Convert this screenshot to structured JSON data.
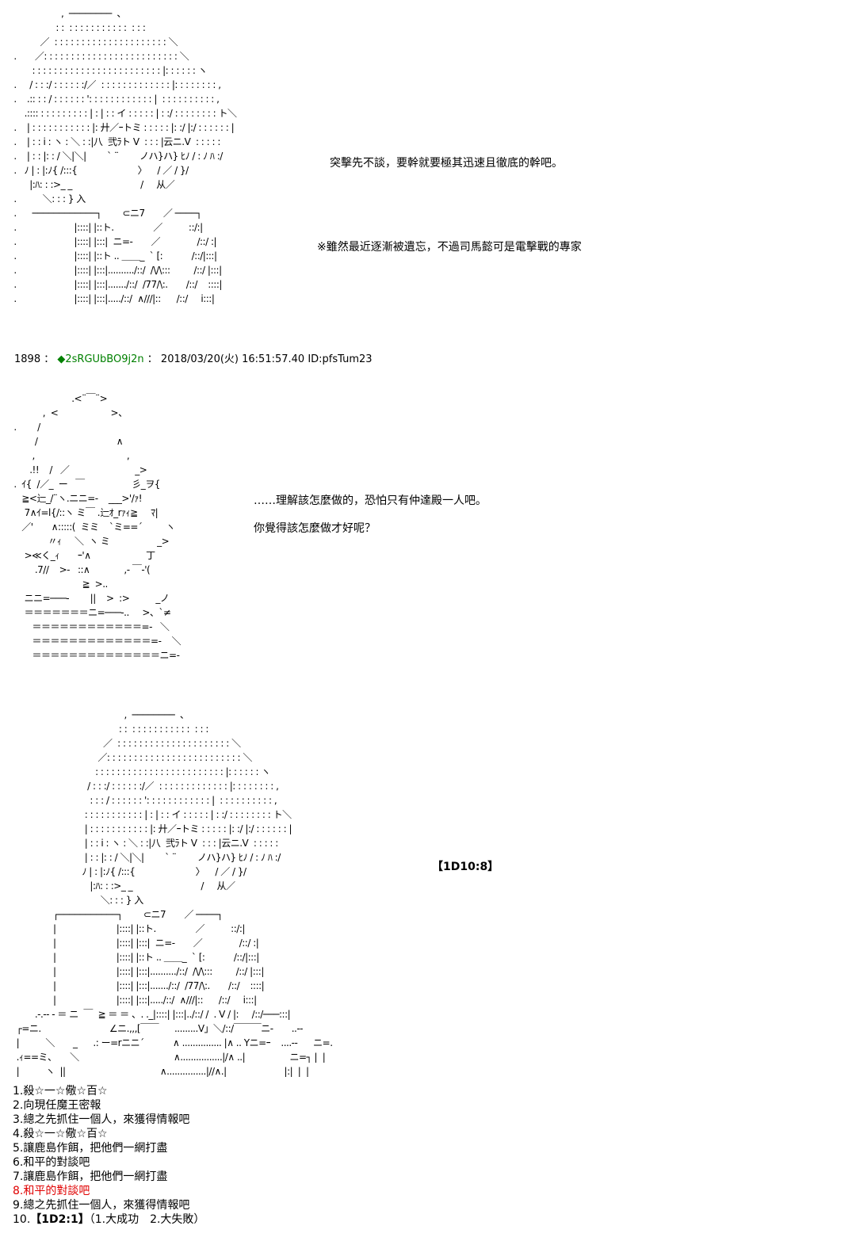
{
  "panel1": {
    "line1": "突擊先不談，要幹就要極其迅速且徹底的幹吧。",
    "line2": "※雖然最近逐漸被遺忘，不過司馬懿可是電擊戰的專家"
  },
  "post_header": {
    "number": "1898",
    "separator": "：",
    "tripcode": "◆2sRGUbBO9j2n",
    "separator2": "：",
    "datetime": "2018/03/20(火) 16:51:57.40",
    "id": "ID:pfsTum23"
  },
  "panel2": {
    "line1": "……理解該怎麼做的，恐怕只有仲達殿一人吧。",
    "line2": "你覺得該怎麼做才好呢？"
  },
  "panel3": {
    "dice_result": "【1D10:8】"
  },
  "choices": {
    "items": [
      {
        "label": "1.殺☆一☆儆☆百☆"
      },
      {
        "label": "2.向現任魔王密報"
      },
      {
        "label": "3.總之先抓住一個人，來獲得情報吧"
      },
      {
        "label": "4.殺☆一☆儆☆百☆"
      },
      {
        "label": "5.讓鹿島作餌，把他們一網打盡"
      },
      {
        "label": "6.和平的對談吧"
      },
      {
        "label": "7.讓鹿島作餌，把他們一網打盡"
      },
      {
        "label": "8.和平的對談吧",
        "selected": true
      },
      {
        "label": "9.總之先抓住一個人，來獲得情報吧"
      }
    ],
    "last_prefix": "10.",
    "last_dice": "【1D2:1】",
    "last_suffix": "（1.大成功　2.大失敗）"
  },
  "colors": {
    "tripcode": "#008000",
    "selected_choice": "#e00000"
  },
  "ascii_art": {
    "art1": "                   ,  ────────  、\n                 : :  : : : : : : : : : : :  : : :\n           ／  : : : : : : : : : : : : : : : : : : : : : ＼\n .       ／: : : : : : : : : : : : : : : : : : : : : : : : : ＼\n        : : : : : : : : : : : : : : : : : : : : : : : : |: : : : : : ヽ\n .     / : : :/ : : : : : :/／  : : : : : : : : : : : : : |: : : : : : : : ,\n .    .:: : : / : : : : : : ': : : : : : : : : : : : |  : : : : : : : : : : ,\n     .:::: : : : : : : : : : | : | : : イ : : : : : | : :/ : : : : : : : : ト＼\n .    | : : : : : : : : : : : |: 廾／ｰトミ : : : : : |: :/ |:/ : : : : : : |\n .    | : : i : ヽ : ＼ : :|八  弐ﾗト V  : : : |云ニ.V  : : : : :\n .    | : : |: : / ＼|＼|        ` ¨        ノハ}ハ} ﾋﾉ / : ﾉ ﾊ :/\n .   ﾉ | : |:ﾉ{ /:::{                       〉    / ／ / }/\n       |:ﾊ: : :>_ _                          /     从／\n .          ＼: : : } 入\n .      ────────────┐        ⊂ニ7       ／ ────┐\n .                      |::::| |::ト.               ／          ::/:|\n .                      |::::| |:::|  ニ=-       ／              /::/ :|\n .                      |::::| |::ト .. ＿＿_  ` [:           /::/|:::|\n .                      |::::| |:::|........../::/  /\\/\\:::         /::/ |:::|\n .                      |::::| |:::|......./::/  /77/\\:.       /::/    ::::|\n .                      |::::| |:::|...../::/  ∧///|::      /::/     i:::|",
    "art2": "                       .<¨￣¨>\n            ,  <                    >、\n .        /\n         /                              ∧\n        ,                                   ,\n       .!!    /   ／                         _>\n .  ｲ{  /／_  ー   ￣                  彡_ヲ{\n    ≧<辷_/¨ヽ.ニニ=-    ___>'/ｧ!\n     7∧ｲ=l{/::ヽ ミ￣ .辷ｵ_rｧｨ≧     ﾏ|\n    ／'       ∧:::::(  ミミ    `ミ==´         ヽ\n              〃ｨ     ＼  ヽ ミ                  _>\n     >≪く_ｨ       ｰ'∧                     丁\n         .7//    >‐   ::∧             ,‐ ￣‐'(\n                           ≧  >..\n     ニニ=───-        ||    >  :>          _ノ\n     ＝＝＝＝＝＝＝ニ=───-..     >、`≠\n        ＝＝＝＝＝＝＝＝＝＝＝＝=-   ＼\n        ＝＝＝＝＝＝＝＝＝＝＝＝＝=-    ＼\n        ＝＝＝＝＝＝＝＝＝＝＝＝＝＝ニ=-",
    "art3": "                                           ,  ────────  、\n                                         : :  : : : : : : : : : : :  : : :\n                                   ／  : : : : : : : : : : : : : : : : : : : : : ＼\n                                 ／: : : : : : : : : : : : : : : : : : : : : : : : : ＼\n                                : : : : : : : : : : : : : : : : : : : : : : : : |: : : : : : ヽ\n                             / : : :/ : : : : : :/／  : : : : : : : : : : : : : |: : : : : : : : ,\n                              : : : / : : : : : : ': : : : : : : : : : : : |  : : : : : : : : : : ,\n                            : : : : : : : : : : : | : | : : イ : : : : : | : :/ : : : : : : : : ト＼\n                            | : : : : : : : : : : : |: 廾／ｰトミ : : : : : |: :/ |:/ : : : : : : |\n                            | : : i : ヽ : ＼ : :|八  弐ﾗト V  : : : |云ニ.V  : : : : :\n                            | : : |: : / ＼|＼|        ` ¨        ノハ}ハ} ﾋﾉ / : ﾉ ﾊ :/\n                           ﾉ | : |:ﾉ{ /:::{                       〉    / ／ / }/\n                              |:ﾊ: : :>_ _                          /     从／\n                                  ＼: : : } 入\n                ┌───────────┐        ⊂ニ7       ／ ────┐\n                |                       |::::| |::ト.               ／          ::/:|\n                |                       |::::| |:::|  ニ=-       ／              /::/ :|\n                |                       |::::| |::ト .. ＿＿_  ` [:           /::/|:::|\n                |                       |::::| |:::|........../::/  /\\/\\:::         /::/ |:::|\n                |                       |::::| |:::|......./::/  /77/\\:.       /::/    ::::|\n                |                       |::::| |:::|...../::/  ∧///|::      /::/     i:::|\n         .-.-- ‐ ＝ ニ  ￣  ≧ ＝ ＝ 、. ._|::::| |:::|../::/ /  . V / |:     /::/───:::|\n  ┌=ニ.                          ∠ニ.,,,[￣￣      .........V」＼/::/￣￣￣ニ-       ..--\n  |          ＼       _      .: ー=rニニ´           ∧ ............... |∧ .. Yニ=ｰ    ....--      ニ=.\n  .ｨ==ミ、     ＼                                    ∧................|/∧ ..|                 ニ=┐ |  |\n  |          ヽ  ||                                    ∧...............|//∧.|                      |:|  |  |"
  }
}
